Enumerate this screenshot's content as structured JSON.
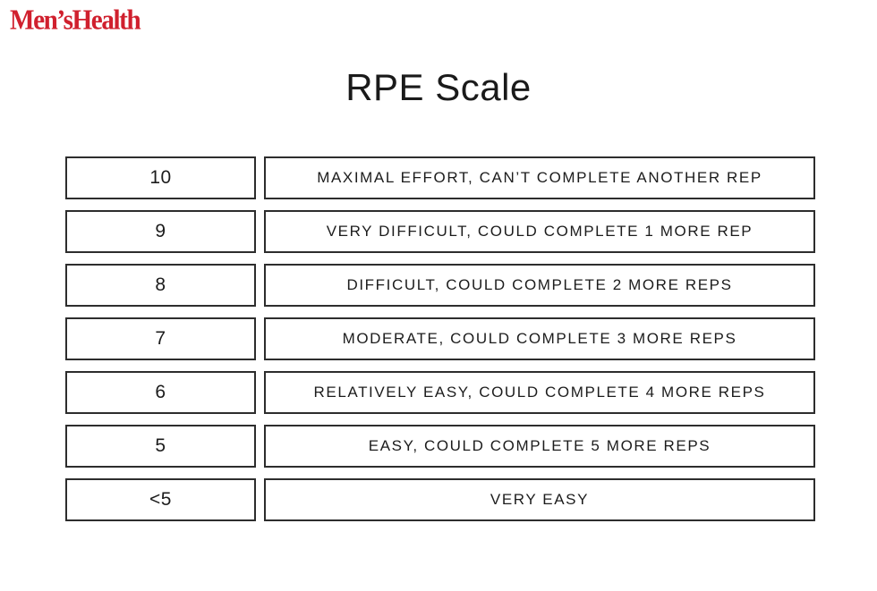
{
  "brand": {
    "logo_text": "Men’sHealth",
    "logo_color": "#d0202e"
  },
  "page": {
    "title": "RPE Scale",
    "background_color": "#ffffff",
    "border_color": "#2d2d2d"
  },
  "table": {
    "rows": [
      {
        "score": "10",
        "description": "MAXIMAL EFFORT, CAN’T COMPLETE ANOTHER REP"
      },
      {
        "score": "9",
        "description": "VERY DIFFICULT, COULD COMPLETE 1 MORE REP"
      },
      {
        "score": "8",
        "description": "DIFFICULT, COULD COMPLETE 2 MORE REPS"
      },
      {
        "score": "7",
        "description": "MODERATE, COULD COMPLETE 3 MORE REPS"
      },
      {
        "score": "6",
        "description": "RELATIVELY EASY, COULD COMPLETE 4 MORE REPS"
      },
      {
        "score": "5",
        "description": "EASY, COULD COMPLETE 5 MORE REPS"
      },
      {
        "score": "<5",
        "description": "VERY EASY"
      }
    ]
  }
}
